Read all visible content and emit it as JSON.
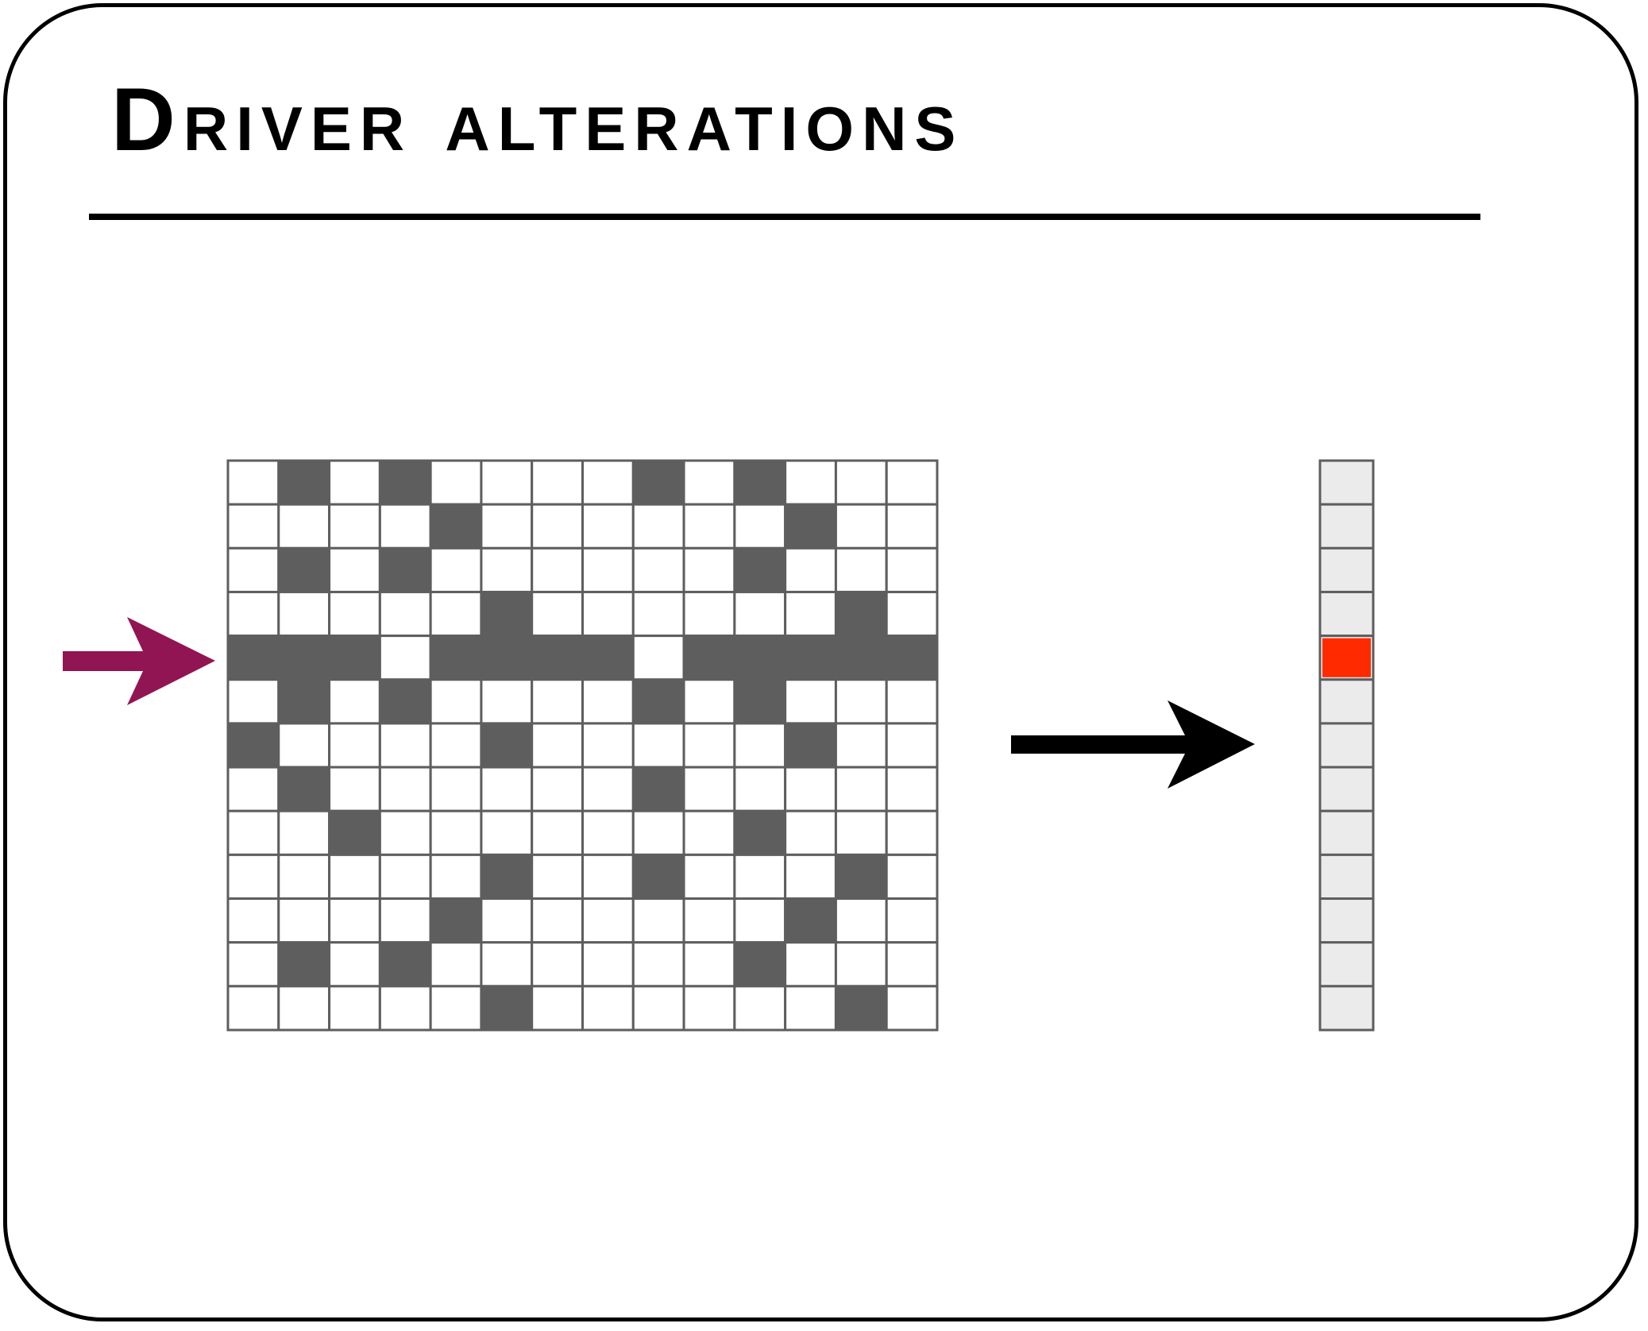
{
  "title": "Driver alterations",
  "colors": {
    "frame": "#000000",
    "altered_cell": "#5e5e5e",
    "empty_cell": "#ffffff",
    "grid_line": "#5e5e5e",
    "highlight_arrow": "#921553",
    "main_arrow": "#000000",
    "summary_cell": "#ebebeb",
    "summary_highlight": "#ff2a00"
  },
  "matrix": {
    "highlighted_row": 4,
    "cells": [
      [
        0,
        1,
        0,
        1,
        0,
        0,
        0,
        0,
        1,
        0,
        1,
        0,
        0,
        0
      ],
      [
        0,
        0,
        0,
        0,
        1,
        0,
        0,
        0,
        0,
        0,
        0,
        1,
        0,
        0
      ],
      [
        0,
        1,
        0,
        1,
        0,
        0,
        0,
        0,
        0,
        0,
        1,
        0,
        0,
        0
      ],
      [
        0,
        0,
        0,
        0,
        0,
        1,
        0,
        0,
        0,
        0,
        0,
        0,
        1,
        0
      ],
      [
        1,
        1,
        1,
        0,
        1,
        1,
        1,
        1,
        0,
        1,
        1,
        1,
        1,
        1
      ],
      [
        0,
        1,
        0,
        1,
        0,
        0,
        0,
        0,
        1,
        0,
        1,
        0,
        0,
        0
      ],
      [
        1,
        0,
        0,
        0,
        0,
        1,
        0,
        0,
        0,
        0,
        0,
        1,
        0,
        0
      ],
      [
        0,
        1,
        0,
        0,
        0,
        0,
        0,
        0,
        1,
        0,
        0,
        0,
        0,
        0
      ],
      [
        0,
        0,
        1,
        0,
        0,
        0,
        0,
        0,
        0,
        0,
        1,
        0,
        0,
        0
      ],
      [
        0,
        0,
        0,
        0,
        0,
        1,
        0,
        0,
        1,
        0,
        0,
        0,
        1,
        0
      ],
      [
        0,
        0,
        0,
        0,
        1,
        0,
        0,
        0,
        0,
        0,
        0,
        1,
        0,
        0
      ],
      [
        0,
        1,
        0,
        1,
        0,
        0,
        0,
        0,
        0,
        0,
        1,
        0,
        0,
        0
      ],
      [
        0,
        0,
        0,
        0,
        0,
        1,
        0,
        0,
        0,
        0,
        0,
        0,
        1,
        0
      ]
    ]
  },
  "summary": {
    "highlighted_index": 4,
    "count": 13
  },
  "icons": {
    "row_pointer": "arrow-right-icon",
    "transform": "arrow-right-icon"
  }
}
